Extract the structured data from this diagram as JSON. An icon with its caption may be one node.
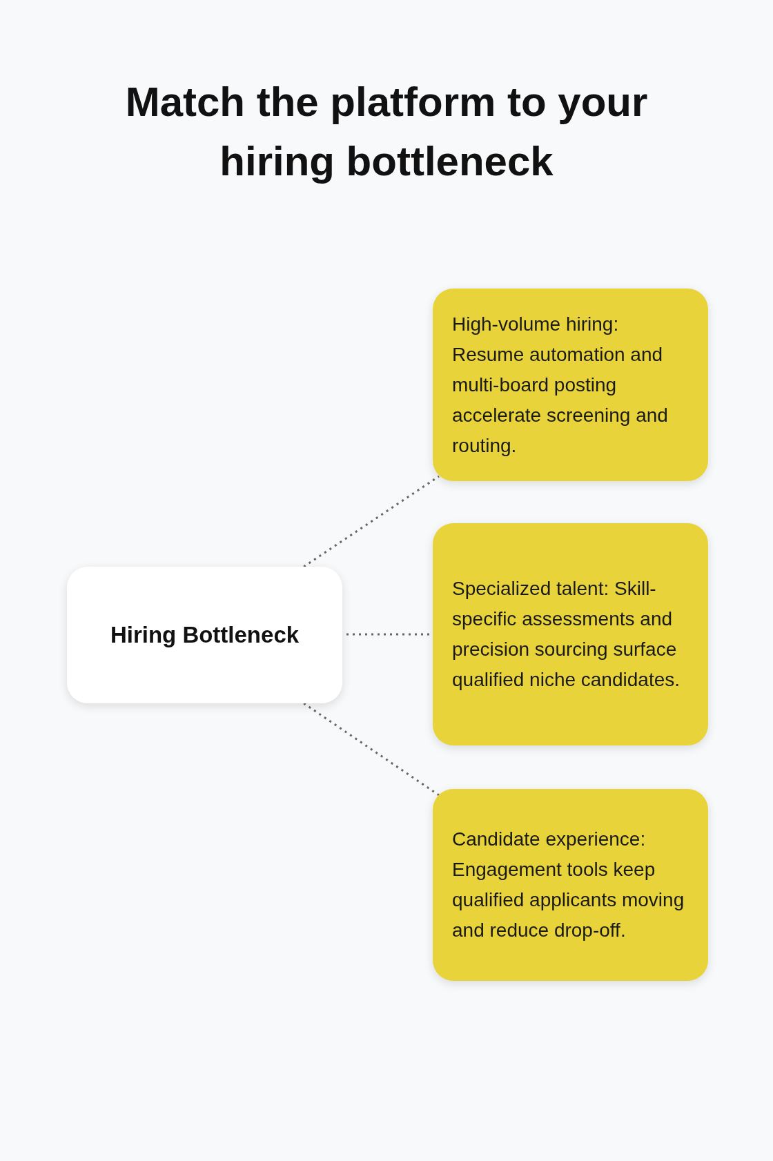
{
  "diagram": {
    "title": "Match the platform to your hiring bottleneck",
    "nodes": [
      {
        "text": [
          "Hiring Bottleneck"
        ]
      },
      {
        "text": [
          "High-volume hiring: Resume automation and multi-board posting accelerate screening and routing."
        ]
      },
      {
        "text": [
          "Specialized talent: Skill-specific assessments and precision sourcing surface qualified niche candidates."
        ]
      },
      {
        "text": [
          "Candidate experience: Engagement tools keep qualified applicants moving and reduce drop-off."
        ]
      }
    ],
    "edges": [
      {
        "from": 0,
        "to": 1,
        "arrow": "none",
        "style": "dashed"
      },
      {
        "from": 0,
        "to": 2,
        "arrow": "none",
        "style": "dashed"
      },
      {
        "from": 0,
        "to": 3,
        "arrow": "none",
        "style": "dashed"
      }
    ]
  }
}
